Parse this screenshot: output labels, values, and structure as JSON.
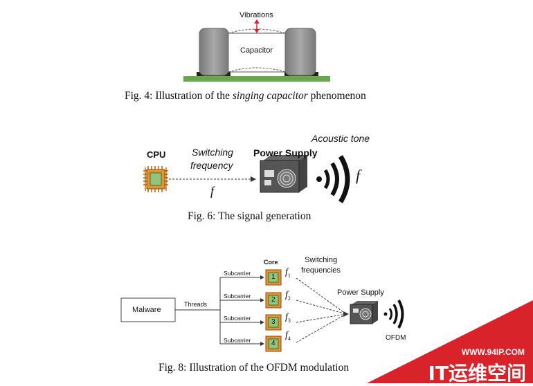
{
  "fig4": {
    "vibrations_label": "Vibrations",
    "capacitor_label": "Capacitor",
    "caption_prefix": "Fig. 4: Illustration of the ",
    "caption_italic": "singing capacitor",
    "caption_suffix": " phenomenon"
  },
  "fig6": {
    "cpu_label": "CPU",
    "switching_label_1": "Switching",
    "switching_label_2": "frequency",
    "f_label": "f",
    "power_supply_label": "Power Supply",
    "acoustic_label": "Acoustic tone",
    "acoustic_f_label": "f",
    "caption": "Fig. 6: The signal generation"
  },
  "fig8": {
    "malware_label": "Malware",
    "threads_label": "Threads",
    "core_label": "Core",
    "switching_label_1": "Switching",
    "switching_label_2": "frequencies",
    "power_supply_label": "Power Supply",
    "ofdm_label": "OFDM",
    "subcarrier_label": "Subcarrier",
    "cores": [
      {
        "num": "1",
        "f_sub": "1"
      },
      {
        "num": "2",
        "f_sub": "2"
      },
      {
        "num": "3",
        "f_sub": "3"
      },
      {
        "num": "4",
        "f_sub": "4"
      }
    ],
    "caption": "Fig. 8: Illustration of the OFDM modulation"
  },
  "watermark": {
    "url": "WWW.94IP.COM",
    "text": "IT运维空间"
  },
  "colors": {
    "pcb_green": "#6aa84f",
    "chip_orange": "#e69138",
    "chip_green": "#93c47d",
    "capacitor_gray": "#8c8c8c",
    "watermark_red": "#d9232a"
  }
}
